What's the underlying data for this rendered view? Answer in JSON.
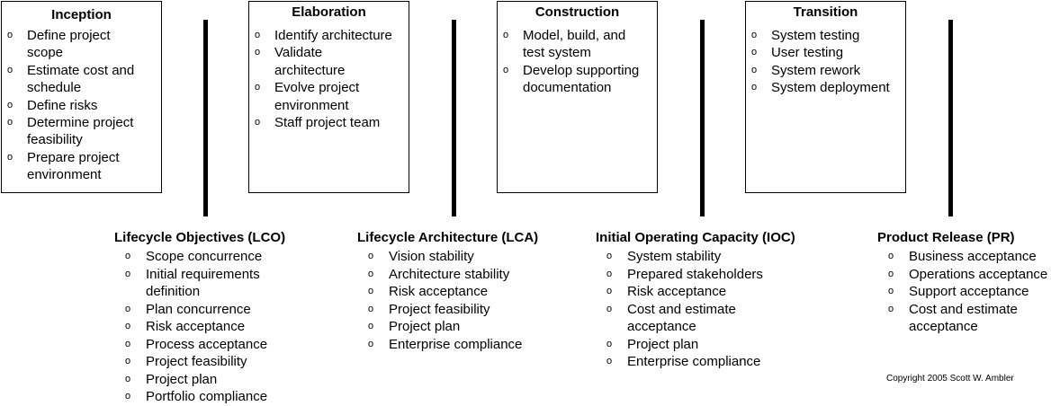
{
  "phases": [
    {
      "title": "Inception",
      "items": [
        [
          "Define project",
          "scope"
        ],
        [
          "Estimate cost and",
          "schedule"
        ],
        [
          "Define risks"
        ],
        [
          "Determine project",
          "feasibility"
        ],
        [
          "Prepare project",
          "environment"
        ]
      ]
    },
    {
      "title": "Elaboration",
      "items": [
        [
          "Identify architecture"
        ],
        [
          "Validate",
          "architecture"
        ],
        [
          "Evolve project",
          "environment"
        ],
        [
          "Staff project team"
        ]
      ]
    },
    {
      "title": "Construction",
      "items": [
        [
          "Model, build, and",
          "test system"
        ],
        [
          "Develop supporting",
          "documentation"
        ]
      ]
    },
    {
      "title": "Transition",
      "items": [
        [
          "System testing"
        ],
        [
          "User testing"
        ],
        [
          "System rework"
        ],
        [
          "System deployment"
        ]
      ]
    }
  ],
  "milestones": [
    {
      "title": "Lifecycle Objectives (LCO)",
      "items": [
        [
          "Scope concurrence"
        ],
        [
          "Initial requirements",
          "definition"
        ],
        [
          "Plan concurrence"
        ],
        [
          "Risk acceptance"
        ],
        [
          "Process acceptance"
        ],
        [
          "Project feasibility"
        ],
        [
          "Project plan"
        ],
        [
          "Portfolio compliance"
        ]
      ]
    },
    {
      "title": "Lifecycle Architecture (LCA)",
      "items": [
        [
          "Vision stability"
        ],
        [
          "Architecture stability"
        ],
        [
          "Risk acceptance"
        ],
        [
          "Project feasibility"
        ],
        [
          "Project plan"
        ],
        [
          "Enterprise compliance"
        ]
      ]
    },
    {
      "title": "Initial Operating Capacity (IOC)",
      "items": [
        [
          "System stability"
        ],
        [
          "Prepared stakeholders"
        ],
        [
          "Risk acceptance"
        ],
        [
          "Cost and estimate",
          "acceptance"
        ],
        [
          "Project plan"
        ],
        [
          "Enterprise compliance"
        ]
      ]
    },
    {
      "title": "Product Release (PR)",
      "items": [
        [
          "Business acceptance"
        ],
        [
          "Operations acceptance"
        ],
        [
          "Support acceptance"
        ],
        [
          "Cost and estimate",
          "acceptance"
        ]
      ]
    }
  ],
  "bullet_symbol": "o",
  "copyright": "Copyright 2005 Scott W. Ambler"
}
